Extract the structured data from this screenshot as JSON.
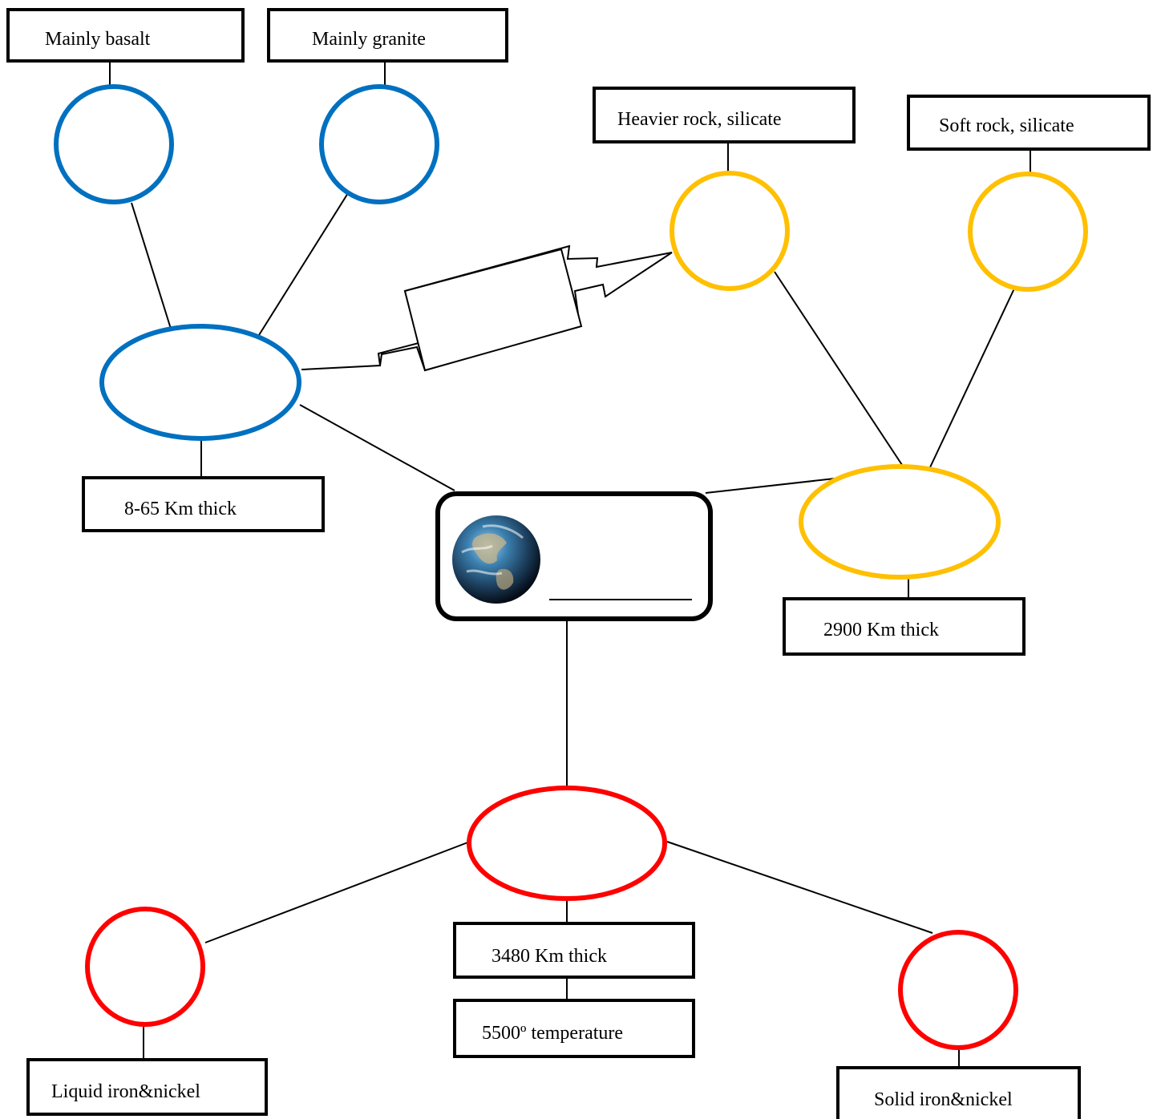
{
  "diagram": {
    "center": {
      "icon": "earth-globe-icon",
      "answer_blank": ""
    },
    "crust": {
      "color": "#0070c0",
      "layer_label": "",
      "subtypes": [
        {
          "label": "",
          "description": "Mainly basalt"
        },
        {
          "label": "",
          "description": "Mainly granite"
        }
      ],
      "thickness": "8-65 Km thick"
    },
    "connector_box": {
      "label": ""
    },
    "mantle": {
      "color": "#ffc000",
      "layer_label": "",
      "subtypes": [
        {
          "label": "",
          "description": "Heavier rock, silicate"
        },
        {
          "label": "",
          "description": "Soft rock, silicate"
        }
      ],
      "thickness": "2900 Km thick"
    },
    "core": {
      "color": "#ff0000",
      "layer_label": "",
      "thickness": "3480 Km thick",
      "temperature": "5500º temperature",
      "subtypes": [
        {
          "label": "",
          "description": "Liquid iron&nickel"
        },
        {
          "label": "",
          "description": "Solid iron&nickel"
        }
      ]
    }
  }
}
